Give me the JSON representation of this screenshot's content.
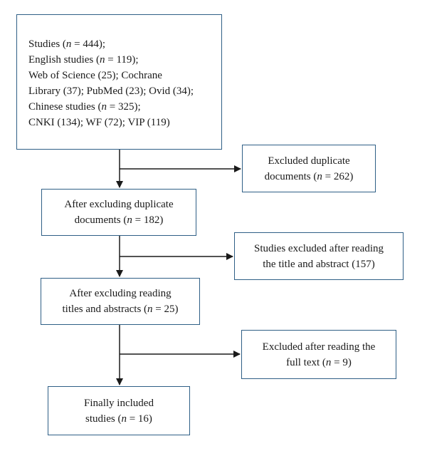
{
  "boxes": {
    "sources": {
      "lines": [
        [
          "Studies (",
          "n",
          " = 444);"
        ],
        [
          "English studies (",
          "n",
          " = 119);"
        ],
        [
          "Web of Science (25); Cochrane",
          "",
          ""
        ],
        [
          "Library (37); PubMed (23); Ovid (34);",
          "",
          ""
        ],
        [
          "Chinese studies (",
          "n",
          " = 325);"
        ],
        [
          "CNKI (134); WF (72); VIP (119)",
          "",
          ""
        ]
      ]
    },
    "excluded_duplicates": {
      "lines": [
        [
          "Excluded duplicate",
          "",
          ""
        ],
        [
          "documents (",
          "n",
          " = 262)"
        ]
      ]
    },
    "after_duplicates": {
      "lines": [
        [
          "After excluding duplicate",
          "",
          ""
        ],
        [
          "documents (",
          "n",
          " = 182)"
        ]
      ]
    },
    "excluded_title_abstract": {
      "lines": [
        [
          "Studies excluded after reading",
          "",
          ""
        ],
        [
          "the title and abstract (157)",
          "",
          ""
        ]
      ]
    },
    "after_title_abstract": {
      "lines": [
        [
          "After excluding reading",
          "",
          ""
        ],
        [
          "titles and abstracts (",
          "n",
          " = 25)"
        ]
      ]
    },
    "excluded_full_text": {
      "lines": [
        [
          "Excluded after reading the",
          "",
          ""
        ],
        [
          "full text (",
          "n",
          " = 9)"
        ]
      ]
    },
    "final_included": {
      "lines": [
        [
          "Finally included",
          "",
          ""
        ],
        [
          "studies (",
          "n",
          " = 16)"
        ]
      ]
    }
  },
  "colors": {
    "box_border": "#2f5f86",
    "arrow": "#1a1a1a",
    "text": "#1a1a1a"
  }
}
